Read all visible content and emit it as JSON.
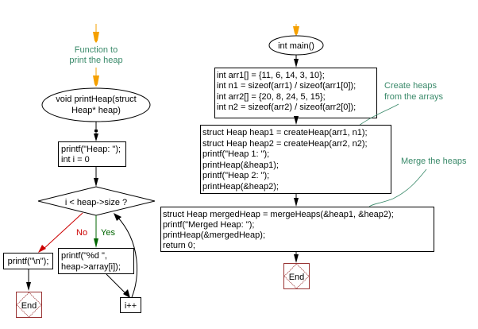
{
  "colors": {
    "start_arrow": "#f5a000",
    "edge": "#000000",
    "no_edge": "#cc0000",
    "yes_edge": "#006600",
    "note": "#3a8a6a",
    "end_border": "#993333"
  },
  "print_heap": {
    "note": [
      "Function to",
      "print the heap"
    ],
    "start": [
      "void printHeap(struct",
      "Heap* heap)"
    ],
    "init": [
      "printf(\"Heap: \");",
      "int i = 0"
    ],
    "condition": "i < heap->size ?",
    "no_label": "No",
    "yes_label": "Yes",
    "body": [
      "printf(\"%d \",",
      "heap->array[i]);"
    ],
    "increment": "i++",
    "newline": "printf(\"\\n\");",
    "end": "End"
  },
  "main": {
    "start": "int main()",
    "arrays": [
      "int arr1[] = {11, 6, 14, 3, 10};",
      "int n1 = sizeof(arr1) / sizeof(arr1[0]);",
      "int arr2[] = {20, 8, 24, 5, 15};",
      "int n2 = sizeof(arr2) / sizeof(arr2[0]);"
    ],
    "create_note": [
      "Create heaps",
      "from the arrays"
    ],
    "create": [
      "struct Heap heap1 = createHeap(arr1, n1);",
      "struct Heap heap2 = createHeap(arr2, n2);",
      "printf(\"Heap 1: \");",
      "printHeap(&heap1);",
      "printf(\"Heap 2: \");",
      "printHeap(&heap2);"
    ],
    "merge_note": "Merge the heaps",
    "merge": [
      "struct Heap mergedHeap = mergeHeaps(&heap1, &heap2);",
      "printf(\"Merged Heap: \");",
      "printHeap(&mergedHeap);",
      "return 0;"
    ],
    "end": "End"
  }
}
